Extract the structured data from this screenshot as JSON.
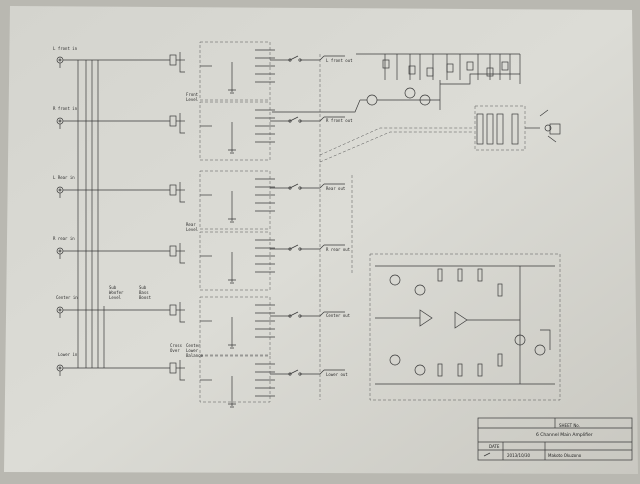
{
  "inputs": [
    {
      "label": "L front in"
    },
    {
      "label": "R front in"
    },
    {
      "label": "L Rear in"
    },
    {
      "label": "R rear in"
    },
    {
      "label": "Center in"
    },
    {
      "label": "Lower in"
    }
  ],
  "outputs": [
    {
      "label": "L front out"
    },
    {
      "label": "R front out"
    },
    {
      "label": "Rear out"
    },
    {
      "label": "R rear out"
    },
    {
      "label": "Center out"
    },
    {
      "label": "Lower out"
    }
  ],
  "module_labels": [
    {
      "label": "Front\nLevel"
    },
    {
      "label": "Rear\nLevel"
    },
    {
      "label": "Sub\nWoofer\nLevel"
    },
    {
      "label": "Sub\nBass\nBoost"
    },
    {
      "label": "Cross\nOver"
    },
    {
      "label": "Center\nLower\nBalance"
    }
  ],
  "title_block": {
    "title": "6 Channel Main Amplifier",
    "date": "2013/10/30",
    "author": "Makoto Okuzono",
    "field_a": "SHEET No.",
    "field_b": "DATE"
  }
}
